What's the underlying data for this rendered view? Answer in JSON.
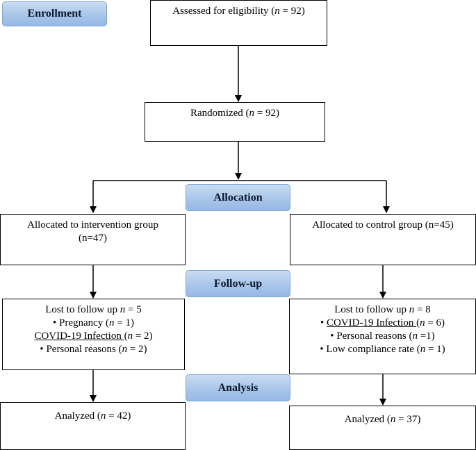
{
  "stages": {
    "enrollment": "Enrollment",
    "allocation": "Allocation",
    "follow_up": "Follow-up",
    "analysis": "Analysis"
  },
  "assessed": {
    "label": "Assessed for eligibility (",
    "n_var": "n",
    "rest": " = 92)"
  },
  "randomized": {
    "label": "Randomized (",
    "n_var": "n",
    "rest": " = 92)"
  },
  "intervention": {
    "allocated_line1": "Allocated to intervention group",
    "allocated_line2": "(n=47)",
    "lost_label": "Lost to follow up ",
    "lost_var": "n",
    "lost_rest": " = 5",
    "reasons": [
      {
        "bullet": "• ",
        "name": "Pregnancy",
        "underline": false,
        "pre": " (",
        "var": "n",
        "post": " = 1)"
      },
      {
        "bullet": "",
        "name": "COVID-19 Infection ",
        "underline": true,
        "pre": " (",
        "var": "n",
        "post": " = 2)"
      },
      {
        "bullet": "• ",
        "name": "Personal reasons",
        "underline": false,
        "pre": " (",
        "var": "n",
        "post": " = 2)"
      }
    ],
    "analyzed_label": "Analyzed (",
    "analyzed_var": "n",
    "analyzed_rest": " = 42)"
  },
  "control": {
    "allocated_line1": "Allocated to control group (n=45)",
    "lost_label": "Lost to follow up ",
    "lost_var": "n",
    "lost_rest": " = 8",
    "reasons": [
      {
        "bullet": "• ",
        "name": "COVID-19 Infection ",
        "underline": true,
        "pre": " (",
        "var": "n",
        "post": " = 6)"
      },
      {
        "bullet": "• ",
        "name": "Personal reasons",
        "underline": false,
        "pre": " (",
        "var": "n",
        "post": " =1)"
      },
      {
        "bullet": "• ",
        "name": "Low compliance rate",
        "underline": false,
        "pre": " (",
        "var": "n",
        "post": " = 1)"
      }
    ],
    "analyzed_label": "Analyzed (",
    "analyzed_var": "n",
    "analyzed_rest": " = 37)"
  }
}
